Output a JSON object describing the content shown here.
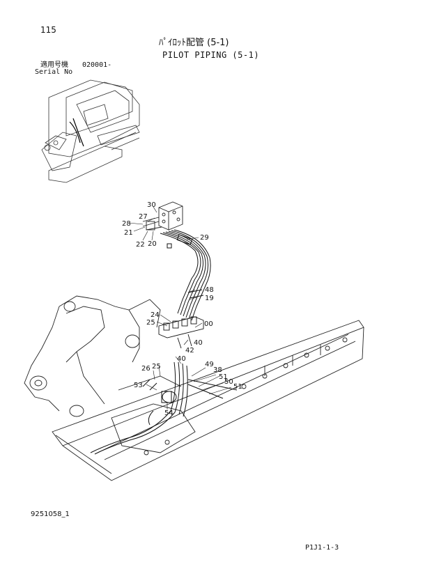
{
  "header": {
    "page_number": "115",
    "title_jp": "ﾊﾟｲﾛｯﾄ配管 (5-1)",
    "title_en": "PILOT PIPING (5-1)",
    "serial_label_jp": "適用号機",
    "serial_value": "020001-",
    "serial_label_en": "Serial No"
  },
  "footer": {
    "document_number": "9251058_1",
    "sheet_code": "P1J1-1-3"
  },
  "callouts": [
    "30",
    "27",
    "28",
    "21",
    "22",
    "20",
    "29",
    "48",
    "19",
    "24",
    "25",
    "00",
    "40",
    "42",
    "26",
    "25",
    "40",
    "49",
    "38",
    "53",
    "51",
    "50",
    "51",
    "54"
  ]
}
